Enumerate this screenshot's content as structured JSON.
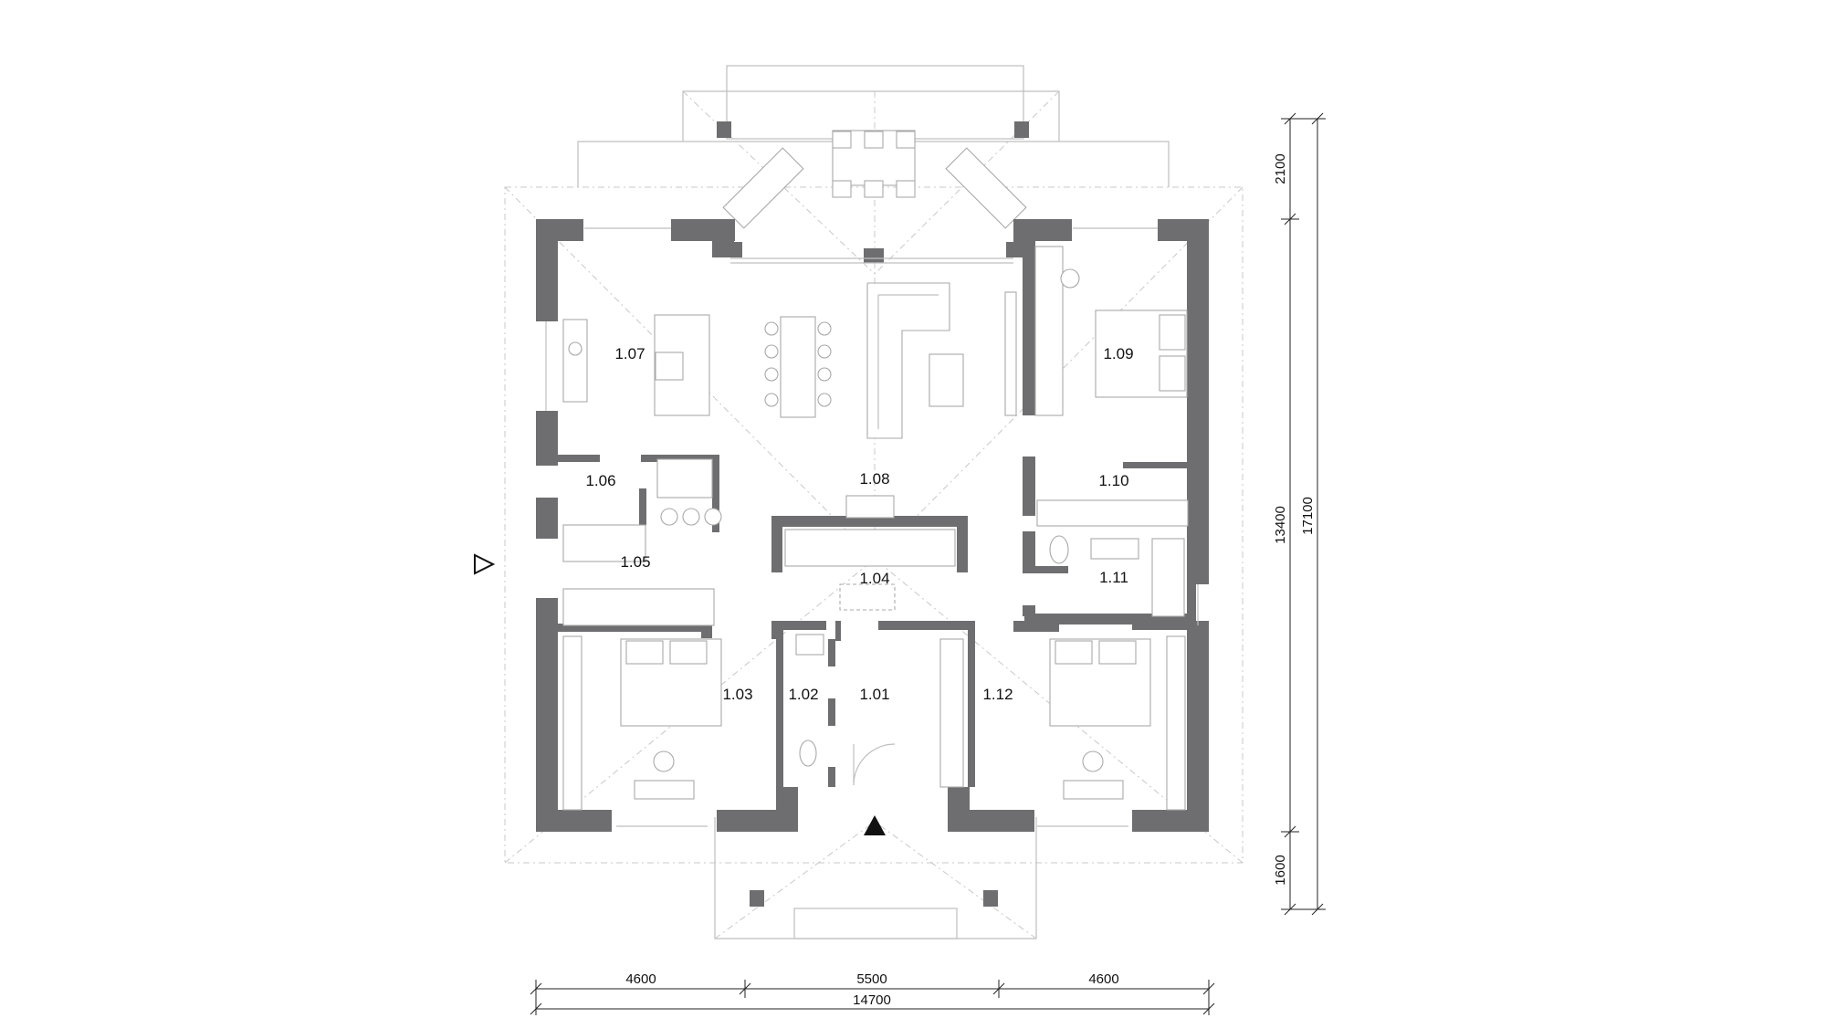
{
  "rooms": [
    {
      "id": "1.07"
    },
    {
      "id": "1.09"
    },
    {
      "id": "1.06"
    },
    {
      "id": "1.08"
    },
    {
      "id": "1.10"
    },
    {
      "id": "1.05"
    },
    {
      "id": "1.04"
    },
    {
      "id": "1.11"
    },
    {
      "id": "1.03"
    },
    {
      "id": "1.02"
    },
    {
      "id": "1.01"
    },
    {
      "id": "1.12"
    }
  ],
  "dimensions": {
    "bottom_segments": [
      "4600",
      "5500",
      "4600"
    ],
    "bottom_total": "14700",
    "right_segments": [
      "2100",
      "13400",
      "1600"
    ],
    "right_total": "17100"
  },
  "colors": {
    "wall": "#6e6e70",
    "line": "#bfbfbf",
    "furniture": "#a8a8a8",
    "ink": "#111111"
  }
}
